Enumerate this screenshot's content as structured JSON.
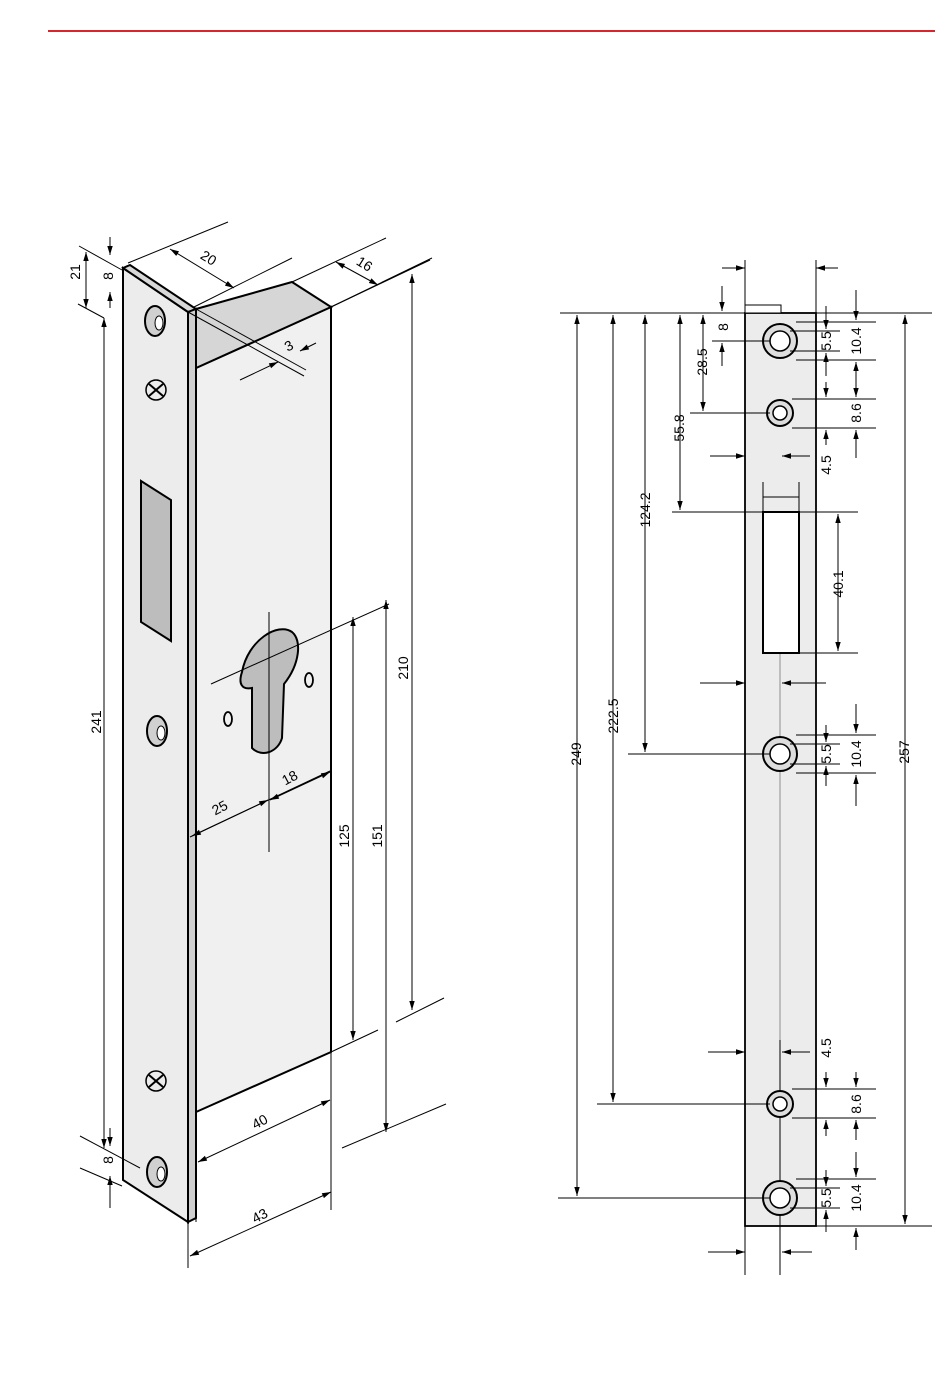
{
  "colors": {
    "accent_rule": "#d9262c",
    "face_gray": "#ececec",
    "side_gray": "#e0e0e0",
    "cut_gray": "#bdbdbd",
    "ink": "#000000"
  },
  "perspective_view": {
    "dims": {
      "d21": "21",
      "d8_top": "8",
      "d20": "20",
      "d16": "16",
      "d3": "3",
      "d241": "241",
      "d210": "210",
      "d25": "25",
      "d18": "18",
      "d125": "125",
      "d151": "151",
      "d40": "40",
      "d43": "43",
      "d8_bottom": "8"
    }
  },
  "front_view": {
    "dims": {
      "d8": "8",
      "d28_5": "28.5",
      "d55_8": "55.8",
      "d124_2": "124.2",
      "d222_5": "222.5",
      "d249": "249",
      "d257": "257",
      "d40_1": "40.1",
      "d5_5_a": "5.5",
      "d10_4_a": "10.4",
      "d8_6_a": "8.6",
      "d4_5_a": "4.5",
      "d5_5_b": "5.5",
      "d10_4_b": "10.4",
      "d4_5_b": "4.5",
      "d8_6_b": "8.6",
      "d5_5_c": "5.5",
      "d10_4_c": "10.4"
    }
  }
}
